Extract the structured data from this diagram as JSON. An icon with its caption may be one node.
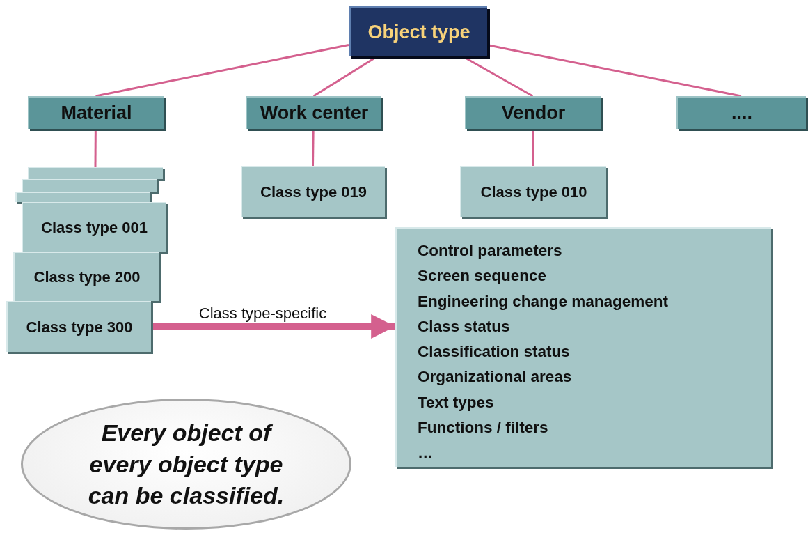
{
  "diagram": {
    "nodes": [
      {
        "text": [
          "Object type"
        ]
      },
      {
        "text": [
          "Material"
        ]
      },
      {
        "text": [
          "Work center"
        ]
      },
      {
        "text": [
          "Vendor"
        ]
      },
      {
        "text": [
          "...."
        ]
      },
      {
        "text": [],
        "shape": "box"
      },
      {
        "text": [],
        "shape": "box"
      },
      {
        "text": [],
        "shape": "box"
      },
      {
        "text": [
          "Class type 001"
        ]
      },
      {
        "text": [
          "Class type 200"
        ]
      },
      {
        "text": [
          "Class type 300"
        ]
      },
      {
        "text": [
          "Class type 019"
        ]
      },
      {
        "text": [
          "Class type 010"
        ]
      },
      {
        "text": [
          "Control parameters",
          "Screen sequence",
          "Engineering change management",
          "Class status",
          "Classification status",
          "Organizational areas",
          "Text types",
          "Functions / filters",
          "…"
        ]
      },
      {
        "text": [
          "Every object of every object type can be classified."
        ]
      }
    ],
    "edges": [
      {
        "from": 0,
        "to": 1,
        "arrow": "none"
      },
      {
        "from": 0,
        "to": 2,
        "arrow": "none"
      },
      {
        "from": 0,
        "to": 3,
        "arrow": "none"
      },
      {
        "from": 0,
        "to": 4,
        "arrow": "none"
      },
      {
        "from": 1,
        "to": 5,
        "arrow": "none"
      },
      {
        "from": 2,
        "to": 11,
        "arrow": "none"
      },
      {
        "from": 3,
        "to": 12,
        "arrow": "none"
      },
      {
        "from": 10,
        "to": 13,
        "arrow": "to",
        "label": "Class type-specific",
        "style": "thick"
      }
    ]
  }
}
